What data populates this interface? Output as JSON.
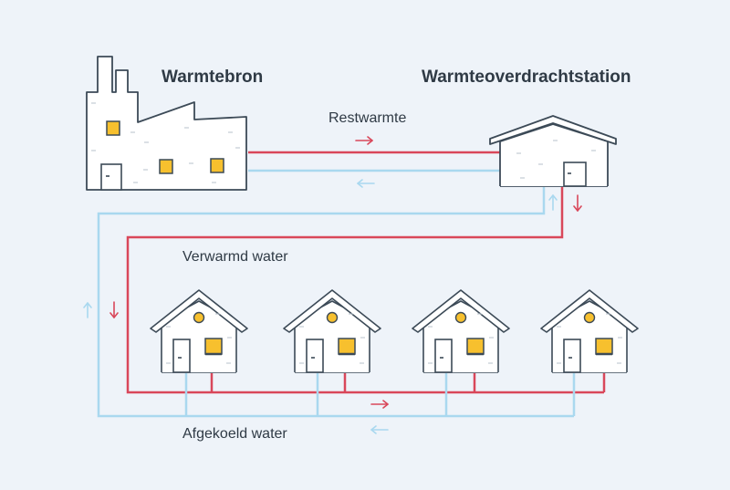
{
  "labels": {
    "heat_source": "Warmtebron",
    "transfer_station": "Warmteoverdrachtstation",
    "residual_heat": "Restwarmte",
    "heated_water": "Verwarmd water",
    "cooled_water": "Afgekoeld water"
  },
  "colors": {
    "background": "#eef3f9",
    "hot_pipe": "#d9475a",
    "cold_pipe": "#a9d8ef",
    "outline": "#3c4a57",
    "building_fill": "#ffffff",
    "window": "#f7c02e",
    "text": "#2f3a45"
  },
  "icons": [
    "factory-icon",
    "station-icon",
    "house-icon",
    "arrow-right-icon",
    "arrow-left-icon",
    "arrow-up-icon",
    "arrow-down-icon"
  ]
}
